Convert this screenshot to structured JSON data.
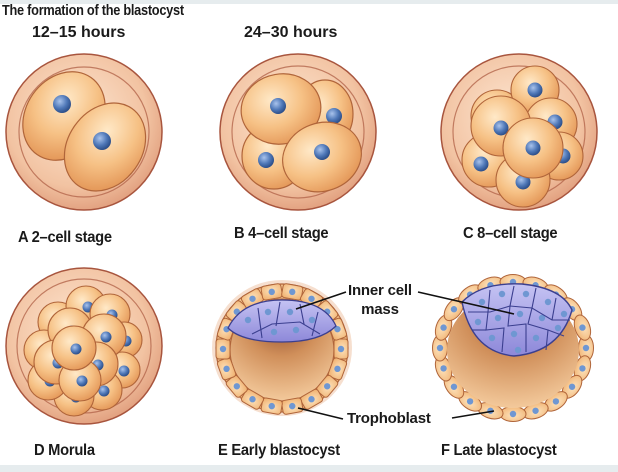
{
  "figure": {
    "title": "The formation of the blastocyst",
    "time_labels": [
      "12–15 hours",
      "24–30 hours"
    ],
    "stages": [
      {
        "letter": "A",
        "name": "2–cell stage",
        "label": "A 2–cell stage",
        "cell_count": 2
      },
      {
        "letter": "B",
        "name": "4–cell stage",
        "label": "B 4–cell stage",
        "cell_count": 4
      },
      {
        "letter": "C",
        "name": "8–cell stage",
        "label": "C 8–cell stage",
        "cell_count": 8
      },
      {
        "letter": "D",
        "name": "Morula",
        "label": "D Morula"
      },
      {
        "letter": "E",
        "name": "Early blastocyst",
        "label": "E Early blastocyst"
      },
      {
        "letter": "F",
        "name": "Late blastocyst",
        "label": "F Late blastocyst"
      }
    ],
    "callouts": {
      "inner_cell_mass_line1": "Inner cell",
      "inner_cell_mass_line2": "mass",
      "trophoblast": "Trophoblast"
    }
  },
  "colors": {
    "zona_outer": "#e9b492",
    "zona_edge": "#a8553e",
    "cell_fill": "#f3b97a",
    "cell_light": "#fcdcb0",
    "cell_edge": "#b0653a",
    "nucleus": "#4f78b8",
    "inner_cell_mass": "#9e9ae0",
    "icm_edge": "#3b3f8f",
    "cavity": "#c9814f",
    "band": "#e6ecee"
  }
}
